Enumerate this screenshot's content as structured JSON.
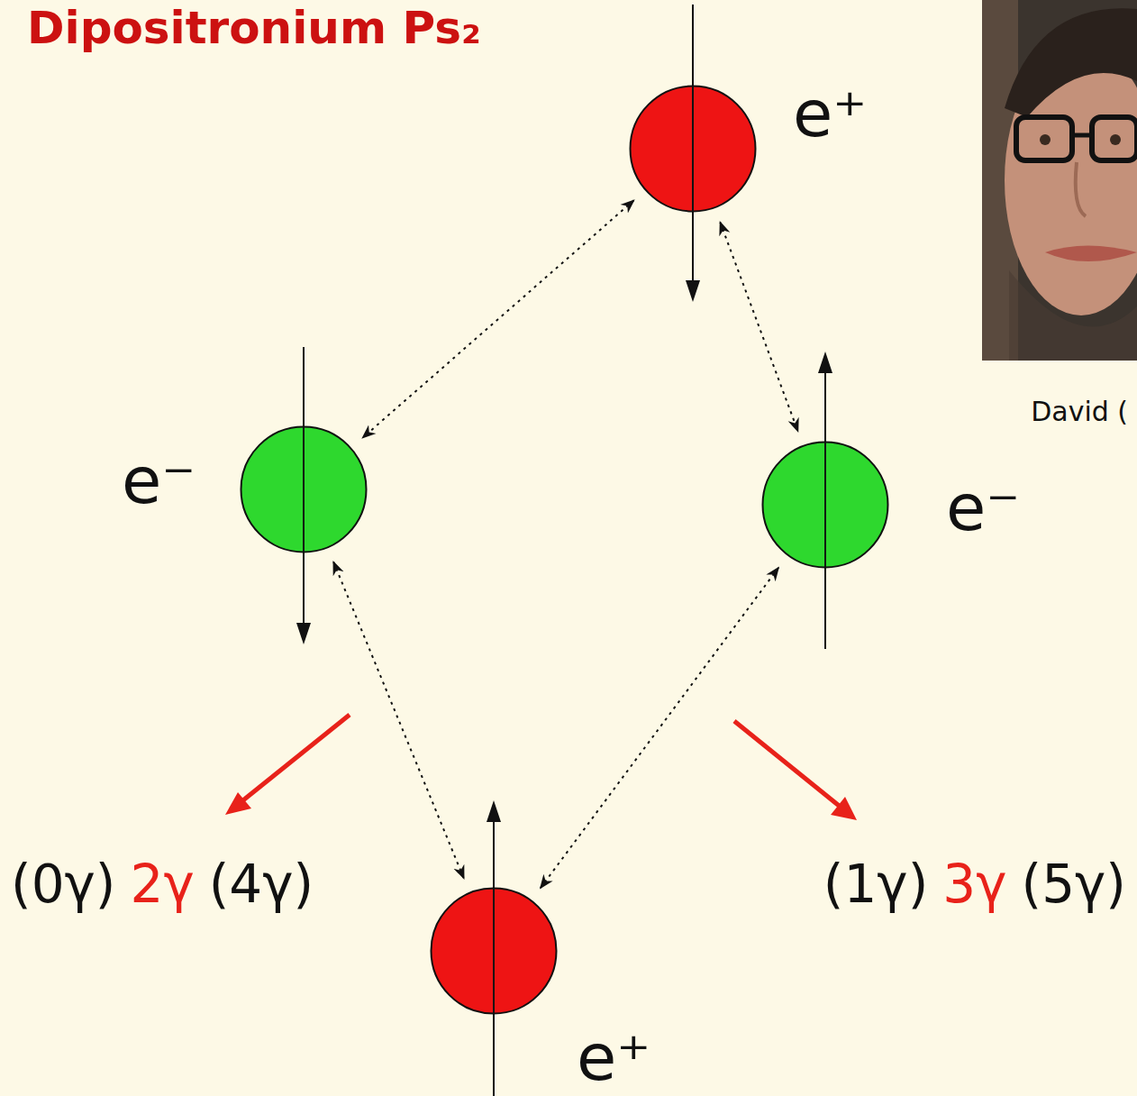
{
  "diagram": {
    "title": "Dipositronium Ps₂",
    "nodes": [
      {
        "text": [
          "e⁺"
        ]
      },
      {
        "text": [
          "e⁻"
        ]
      },
      {
        "text": [
          "e⁻"
        ]
      },
      {
        "text": [
          "e⁺"
        ]
      }
    ],
    "edges": [
      {
        "from": 0,
        "to": 1,
        "arrow": "both"
      },
      {
        "from": 0,
        "to": 2,
        "arrow": "both"
      },
      {
        "from": 1,
        "to": 3,
        "arrow": "both"
      },
      {
        "from": 2,
        "to": 3,
        "arrow": "both"
      }
    ],
    "labels": [
      "(0γ)",
      "2γ",
      "(4γ)",
      "(1γ)",
      "3γ",
      "(5γ)",
      "David ("
    ]
  }
}
